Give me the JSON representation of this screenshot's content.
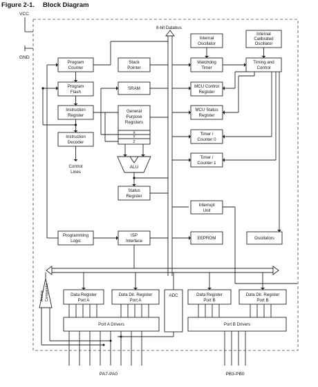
{
  "figure": {
    "label": "Figure 2-1.",
    "title": "Block Diagram"
  },
  "pins": {
    "vcc": "VCC",
    "gnd": "GND",
    "porta": "PA7-PA0",
    "portb": "PB3-PB0"
  },
  "bus": {
    "databus": "8-bit Databus"
  },
  "blocks": {
    "program_counter": [
      "Program",
      "Counter"
    ],
    "program_flash": [
      "Program",
      "Flash"
    ],
    "instruction_register": [
      "Instruction",
      "Register"
    ],
    "instruction_decoder": [
      "Instruction",
      "Decoder"
    ],
    "control_lines": [
      "Control",
      "Lines"
    ],
    "stack_pointer": [
      "Stack",
      "Pointer"
    ],
    "sram": [
      "SRAM"
    ],
    "gpr": [
      "General",
      "Purpose",
      "Registers"
    ],
    "gpr_x": "X",
    "gpr_y": "Y",
    "gpr_z": "Z",
    "alu": "ALU",
    "status_register": [
      "Status",
      "Register"
    ],
    "internal_oscillator": [
      "Internal",
      "Oscillator"
    ],
    "internal_calibrated_oscillator": [
      "Internal",
      "Calibrated",
      "Oscillator"
    ],
    "watchdog_timer": [
      "Watchdog",
      "Timer"
    ],
    "timing_control": [
      "Timing and",
      "Control"
    ],
    "mcu_control_register": [
      "MCU Control",
      "Register"
    ],
    "mcu_status_register": [
      "MCU Status",
      "Register"
    ],
    "timer_counter0": [
      "Timer /",
      "Counter 0"
    ],
    "timer_counter1": [
      "Timer /",
      "Counter 1"
    ],
    "interrupt_unit": [
      "Interrupt",
      "Unit"
    ],
    "programming_logic": [
      "Programming",
      "Logic"
    ],
    "isp_interface": [
      "ISP",
      "Interface"
    ],
    "eeprom": [
      "EEPROM"
    ],
    "oscillators": [
      "Oscillators"
    ],
    "data_register_a": [
      "Data Register",
      "Port A"
    ],
    "data_dir_register_a": [
      "Data Dir. Register",
      "Port A"
    ],
    "adc": [
      "ADC"
    ],
    "data_register_b": [
      "Data Register",
      "Port B"
    ],
    "data_dir_register_b": [
      "Data Dir. Register",
      "Port B"
    ],
    "port_a_drivers": [
      "Port A Drivers"
    ],
    "port_b_drivers": [
      "Port B Drivers"
    ],
    "analog_comparator": [
      "Analog",
      "Comparator"
    ]
  }
}
